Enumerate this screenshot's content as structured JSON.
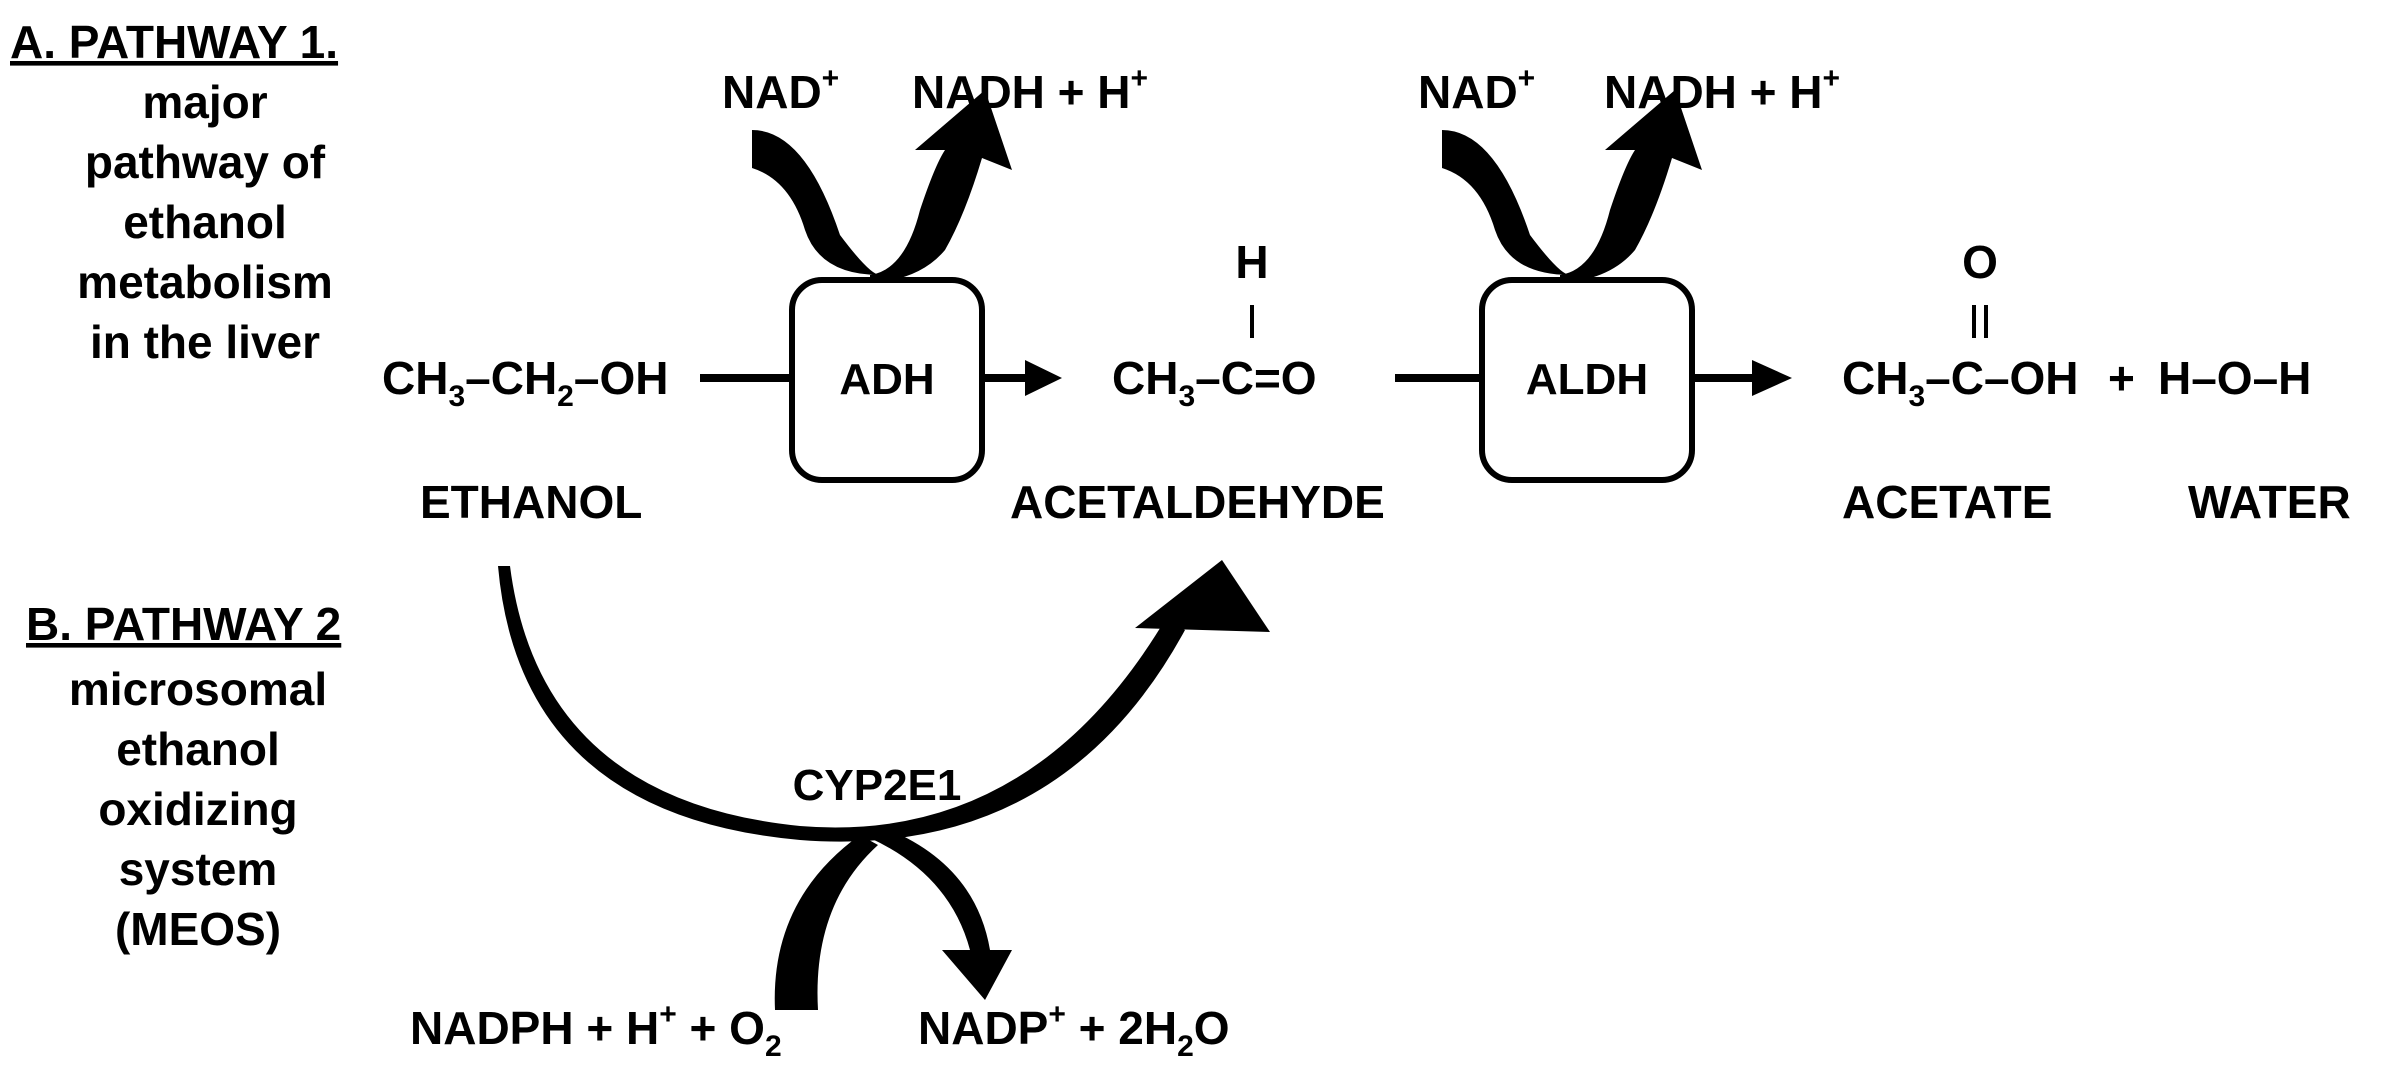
{
  "pathway_a": {
    "title": "A. PATHWAY 1.",
    "description": [
      "major",
      "pathway of",
      "ethanol",
      "metabolism",
      "in the liver"
    ]
  },
  "pathway_b": {
    "title": "B. PATHWAY 2",
    "description": [
      "microsomal",
      "ethanol",
      "oxidizing",
      "system",
      "(MEOS)"
    ]
  },
  "cofactors_1": {
    "in": {
      "base": "NAD",
      "sup": "+"
    },
    "out": {
      "base": "NADH + H",
      "sup": "+"
    }
  },
  "cofactors_2": {
    "in": {
      "base": "NAD",
      "sup": "+"
    },
    "out": {
      "base": "NADH + H",
      "sup": "+"
    }
  },
  "enzymes": {
    "adh": "ADH",
    "aldh": "ALDH",
    "cyp": "CYP2E1"
  },
  "molecules": {
    "ethanol": {
      "formula": [
        "CH",
        "3",
        "–CH",
        "2",
        "–OH"
      ],
      "name": "ETHANOL"
    },
    "acetaldehyde": {
      "top_atom": "H",
      "bond": "|",
      "formula": [
        "CH",
        "3",
        "–C=O"
      ],
      "name": "ACETALDEHYDE"
    },
    "acetate": {
      "top_atom": "O",
      "bond": "||",
      "formula": [
        "CH",
        "3",
        "–C–OH"
      ],
      "name": "ACETATE"
    },
    "plus": "+",
    "water": {
      "formula": "H–O–H",
      "name": "WATER"
    }
  },
  "meos_cofactors": {
    "in": {
      "p1": "NADPH + H",
      "sup": "+",
      "p2": " + O",
      "sub": "2"
    },
    "out": {
      "p1": "NADP",
      "sup": "+",
      "p2": " + 2H",
      "sub": "2",
      "p3": "O"
    }
  }
}
